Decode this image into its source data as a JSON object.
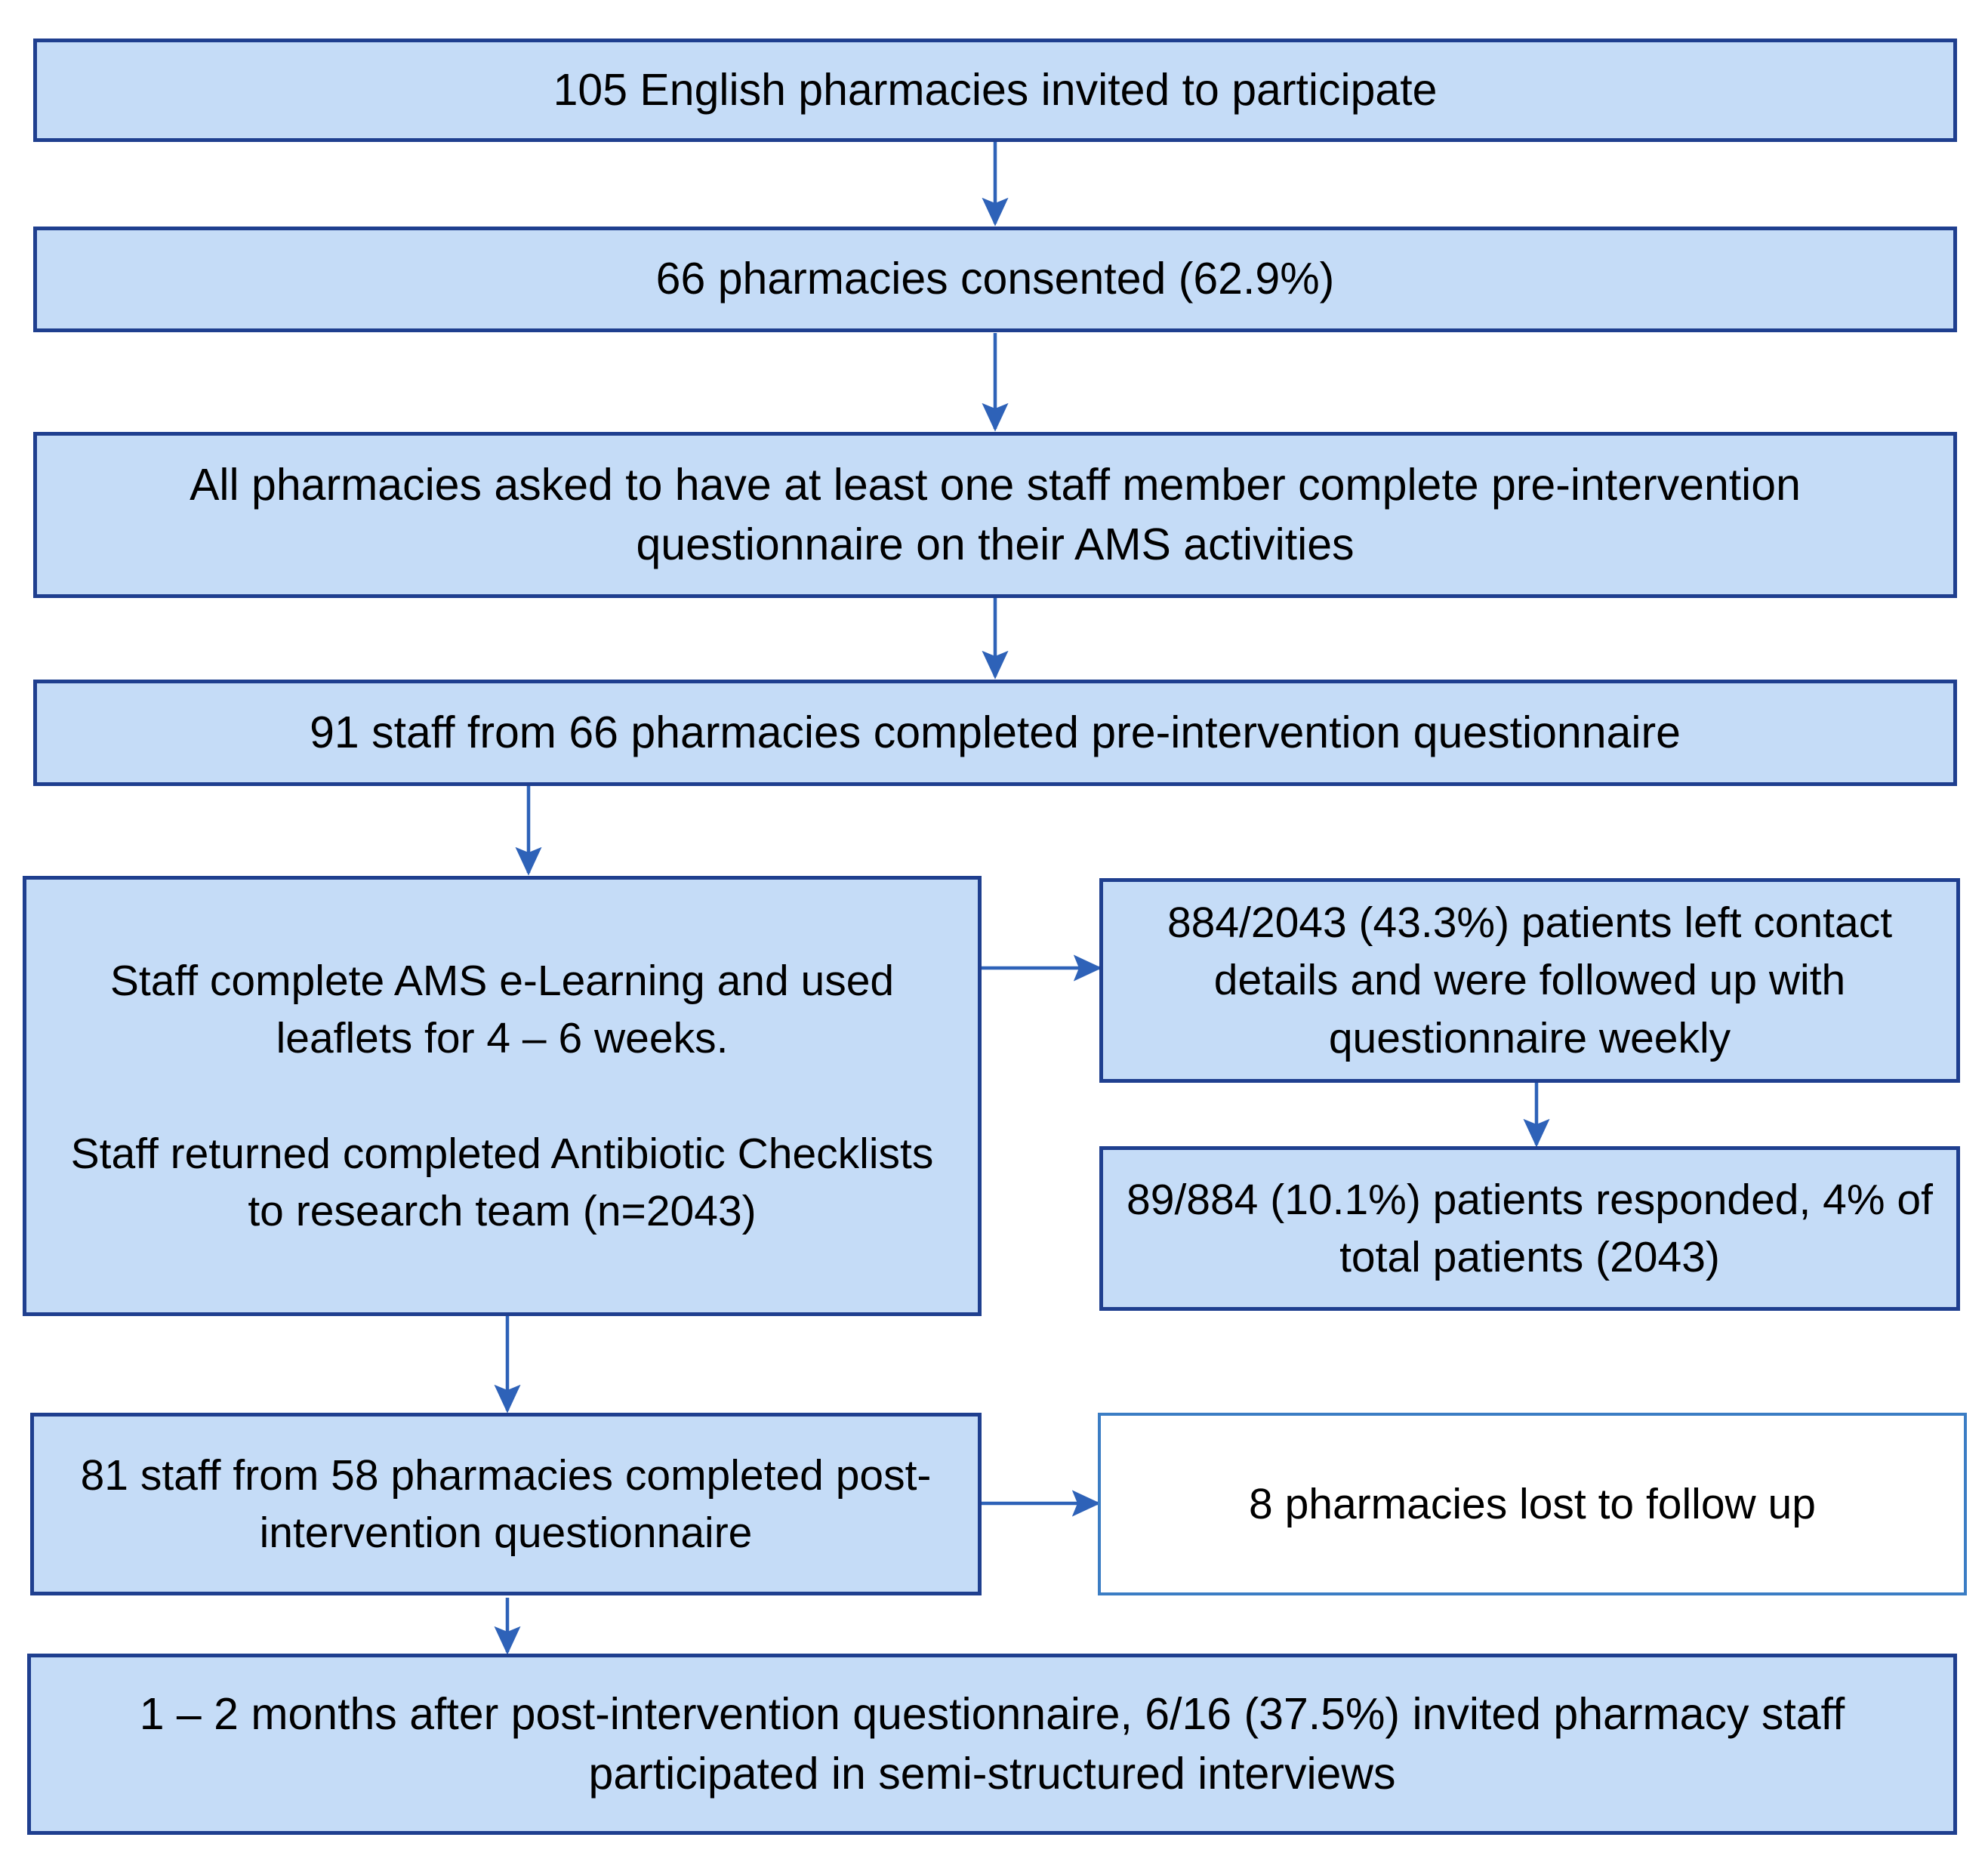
{
  "diagram": {
    "title": "Pharmacy AMS study participant flow diagram",
    "type": "flowchart",
    "colors": {
      "box_fill": "#C5DCF7",
      "box_border": "#1F3F8F",
      "hollow_fill": "#FFFFFF",
      "hollow_border": "#3B7DC4",
      "arrow": "#2E62B8",
      "text": "#000000",
      "background": "#FFFFFF"
    },
    "nodes": [
      {
        "id": "invited",
        "text": "105 English pharmacies invited to participate",
        "style": "filled"
      },
      {
        "id": "consented",
        "text": "66 pharmacies consented (62.9%)",
        "style": "filled"
      },
      {
        "id": "asked-pre",
        "text": "All pharmacies asked to have at least one staff member complete pre-intervention questionnaire on their AMS activities",
        "style": "filled"
      },
      {
        "id": "pre-completed",
        "text": "91 staff from 66 pharmacies completed pre-intervention  questionnaire",
        "style": "filled"
      },
      {
        "id": "elearning",
        "text": "Staff complete AMS e-Learning and used leaflets for 4 – 6 weeks.\n\nStaff returned completed Antibiotic Checklists to research team (n=2043)",
        "style": "filled"
      },
      {
        "id": "contact-details",
        "text": "884/2043 (43.3%) patients left contact details and were followed up with questionnaire weekly",
        "style": "filled"
      },
      {
        "id": "patients-responded",
        "text": "89/884 (10.1%) patients responded, 4% of total patients (2043)",
        "style": "filled"
      },
      {
        "id": "post-completed",
        "text": "81 staff from 58 pharmacies completed post-intervention  questionnaire",
        "style": "filled"
      },
      {
        "id": "lost-followup",
        "text": "8 pharmacies lost to follow up",
        "style": "hollow"
      },
      {
        "id": "interviews",
        "text": "1 – 2 months after post-intervention  questionnaire, 6/16 (37.5%) invited pharmacy staff participated in semi-structured interviews",
        "style": "filled"
      }
    ],
    "edges": [
      {
        "from": "invited",
        "to": "consented",
        "direction": "down"
      },
      {
        "from": "consented",
        "to": "asked-pre",
        "direction": "down"
      },
      {
        "from": "asked-pre",
        "to": "pre-completed",
        "direction": "down"
      },
      {
        "from": "pre-completed",
        "to": "elearning",
        "direction": "down"
      },
      {
        "from": "elearning",
        "to": "contact-details",
        "direction": "right"
      },
      {
        "from": "contact-details",
        "to": "patients-responded",
        "direction": "down"
      },
      {
        "from": "elearning",
        "to": "post-completed",
        "direction": "down"
      },
      {
        "from": "post-completed",
        "to": "lost-followup",
        "direction": "right"
      },
      {
        "from": "post-completed",
        "to": "interviews",
        "direction": "down"
      }
    ]
  }
}
